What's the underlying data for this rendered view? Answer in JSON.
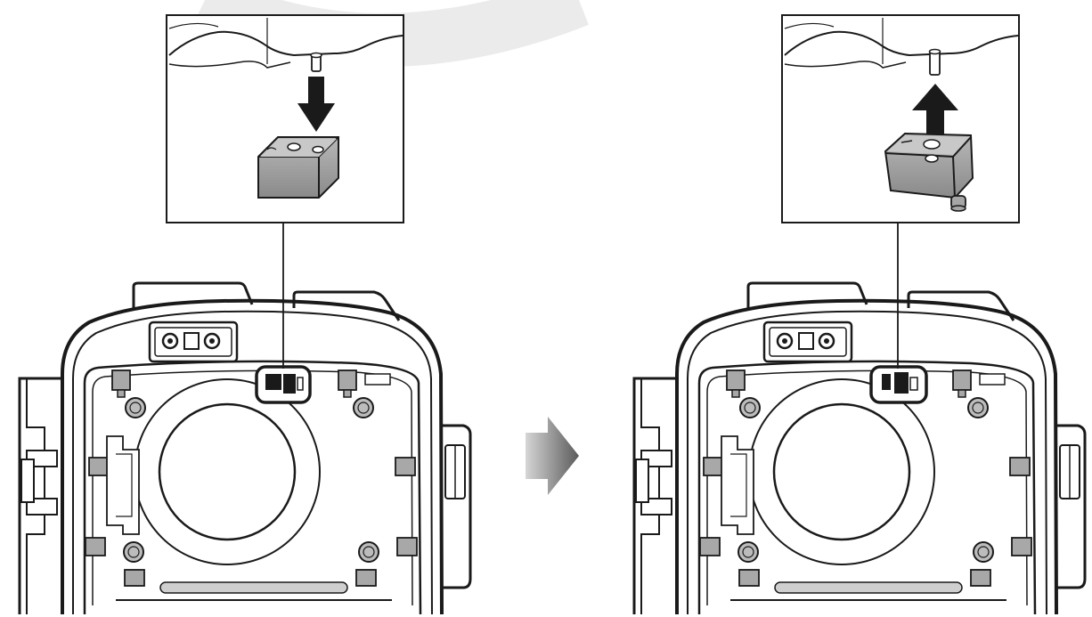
{
  "diagram": {
    "panels": [
      {
        "id": "before",
        "callout_action": "press-down",
        "arrow_direction": "down"
      },
      {
        "id": "after",
        "callout_action": "lift-up",
        "arrow_direction": "up"
      }
    ],
    "transition_icon": "right-arrow-icon",
    "colors": {
      "line": "#1a1a1a",
      "part_fill": "#9a9a9a",
      "part_light": "#c4c4c4",
      "watermark": "#e6e6e6",
      "transition_dark": "#5a5a5a",
      "transition_light": "#d4d4d4"
    }
  }
}
